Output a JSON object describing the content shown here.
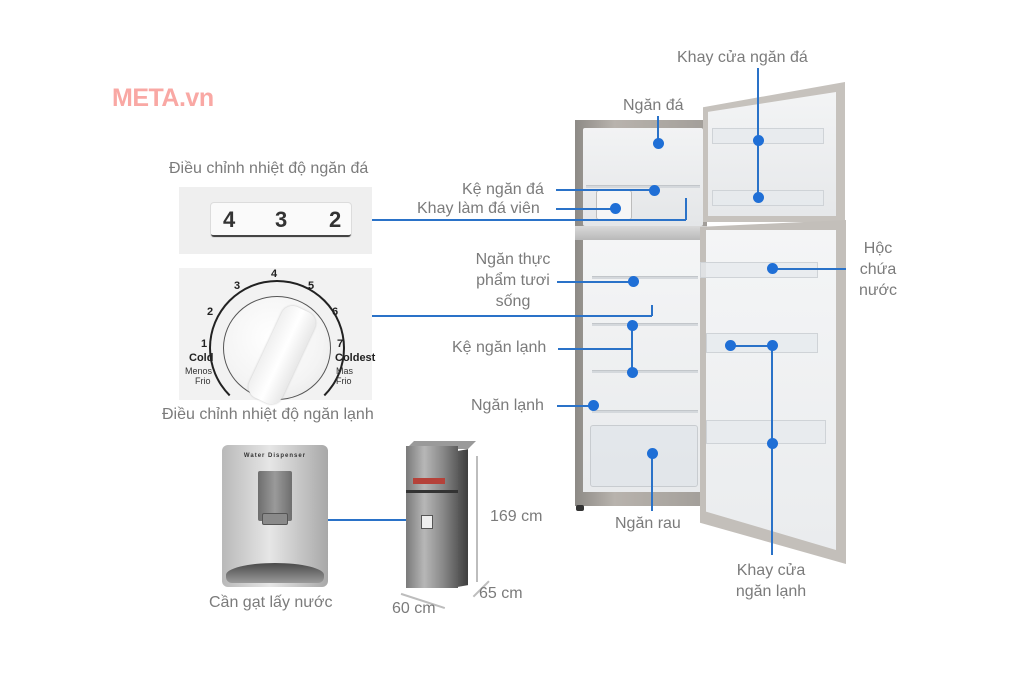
{
  "brand": {
    "text": "META.vn",
    "color": "#f9a8a4"
  },
  "accent_color": "#1f6fd6",
  "left_panel": {
    "freezer_dial": {
      "title": "Điều chỉnh nhiệt độ ngăn đá",
      "numbers": [
        "4",
        "3",
        "2"
      ]
    },
    "fridge_dial": {
      "title": "Điều chỉnh nhiệt độ ngăn lạnh",
      "scale": [
        "1",
        "2",
        "3",
        "4",
        "5",
        "6",
        "7"
      ],
      "min_label": "Cold",
      "min_sub": [
        "Menos",
        "Frio"
      ],
      "max_label": "Coldest",
      "max_sub": [
        "Mas",
        "Frio"
      ]
    },
    "water_dispenser": {
      "title": "Cần gạt lấy nước",
      "panel_text": "Water Dispenser"
    }
  },
  "dimensions": {
    "height": "169 cm",
    "depth": "65 cm",
    "width": "60 cm"
  },
  "callouts": {
    "freezer_door_tray": "Khay cửa ngăn đá",
    "freezer": "Ngăn đá",
    "freezer_shelf": "Kệ ngăn đá",
    "ice_tray": "Khay làm đá viên",
    "fresh_food": [
      "Ngăn thực",
      "phẩm tươi",
      "sống"
    ],
    "fridge_shelf": "Kệ ngăn lạnh",
    "fridge": "Ngăn lạnh",
    "vegetable_drawer": "Ngăn rau",
    "water_tank": [
      "Hộc",
      "chứa",
      "nước"
    ],
    "fridge_door_tray": [
      "Khay cửa",
      "ngăn lạnh"
    ]
  }
}
